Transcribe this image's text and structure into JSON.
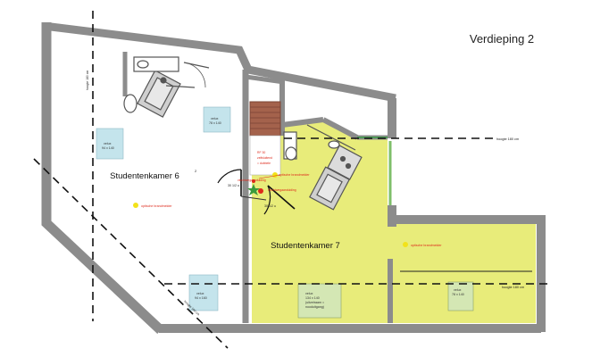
{
  "title": "Verdieping 2",
  "rooms": [
    {
      "label": "Studentenkamer 6"
    },
    {
      "label": "Studentenkamer 7"
    }
  ],
  "marker_2": "2",
  "ceiling_height": {
    "left_vertical": "hoogte 180 cm",
    "right_top": "hoogte 180 cm",
    "right_bottom": "hoogte 180 cm",
    "bottom_diagonal": "hoogte 180 cm"
  },
  "windows": [
    {
      "title": "velux",
      "size": "94 x 140"
    },
    {
      "title": "velux",
      "size": "78 x 140"
    },
    {
      "title": "velux",
      "size": "94 x 160"
    },
    {
      "title": "velux",
      "size": "134 x 140",
      "note1": "(uitzetraam =",
      "note2": "nooduitgang)"
    },
    {
      "title": "velux",
      "size": "78 x 140"
    }
  ],
  "smoke_detectors": [
    {
      "label": "optische brandmelder"
    },
    {
      "label": "optische brandmelder"
    },
    {
      "label": "optische brandmelder"
    }
  ],
  "red_labels": {
    "a": "vluchtwegaanduiding",
    "b": "vluchtwegaanduiding"
  },
  "door_labels": {
    "left": "30 1/2 u",
    "right": "30 1/2 u"
  },
  "landing_note": {
    "line1": "RF 30",
    "line2": "zelfsluitend",
    "line3": "= dubbele"
  },
  "colors": {
    "wall": "#8c8c8c",
    "yellow_room": "#e8ec7a",
    "window": "#c4e4ec",
    "window_green": "#d4e7b4",
    "stairs": "#a4624c",
    "red": "#dd2a1c",
    "detector": "#f2e21a"
  }
}
